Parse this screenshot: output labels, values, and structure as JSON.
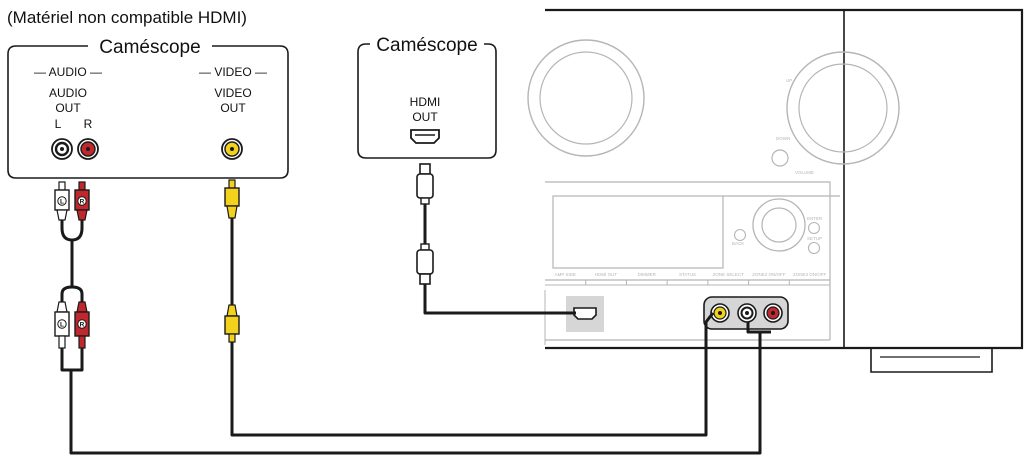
{
  "note": "(Matériel non compatible HDMI)",
  "camcorder_analog": {
    "title": "Caméscope",
    "audio_group": "— AUDIO —",
    "video_group": "— VIDEO —",
    "audio_out_line1": "AUDIO",
    "audio_out_line2": "OUT",
    "channel_left": "L",
    "channel_right": "R",
    "video_out_line1": "VIDEO",
    "video_out_line2": "OUT"
  },
  "camcorder_hdmi": {
    "title": "Caméscope",
    "hdmi_out_line1": "HDMI",
    "hdmi_out_line2": "OUT"
  },
  "plug_labels": {
    "left": "L",
    "right": "R"
  },
  "receiver_panel": {
    "volume_label": "VOLUME",
    "up_label": "UP",
    "down_label": "DOWN",
    "enter_label": "ENTER",
    "setup_label": "SETUP",
    "back_label": "BACK",
    "buttons": [
      "AMP SIDE",
      "HDMI OUT",
      "DIMMER",
      "STATUS",
      "ZONE SELECT",
      "ZONE2 ON/OFF",
      "ZONE3 ON/OFF"
    ]
  },
  "colors": {
    "audio_left": "#ffffff",
    "audio_right": "#c0282d",
    "video": "#f2d21b",
    "cable": "#1a1a1a",
    "panel_line": "#b5b5b5",
    "hdmi_port_bg": "#d6d6d6"
  }
}
